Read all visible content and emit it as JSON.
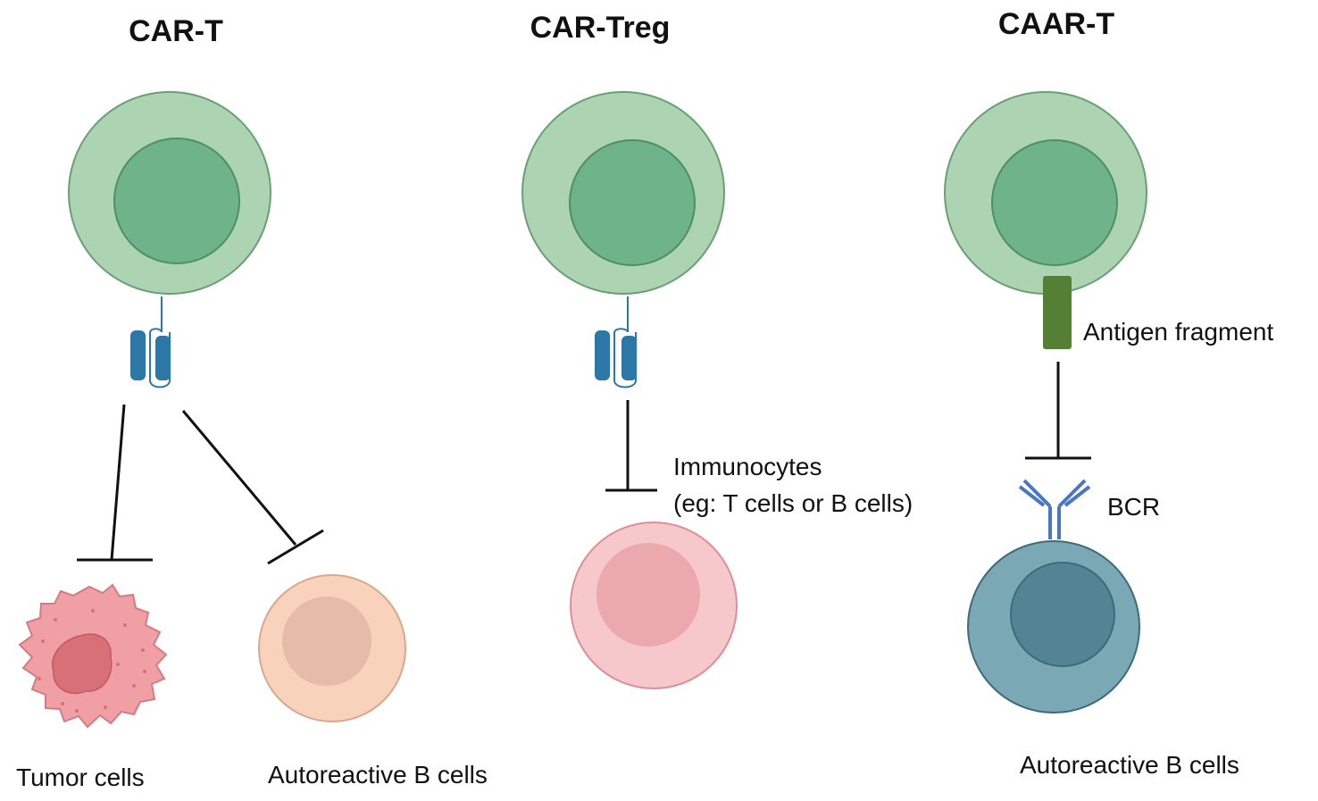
{
  "panels": [
    {
      "title": "CAR-T",
      "targets": [
        "Tumor cells",
        "Autoreactive B cells"
      ]
    },
    {
      "title": "CAR-Treg",
      "target_label_line1": "Immunocytes",
      "target_label_line2": "(eg: T cells or B cells)"
    },
    {
      "title": "CAAR-T",
      "receptor_label": "Antigen fragment",
      "bcr_label": "BCR",
      "target": "Autoreactive B cells"
    }
  ],
  "colors": {
    "tcell_outer": "#acd4b2",
    "tcell_inner": "#6fb38b",
    "tcell_stroke": "#6a9f73",
    "car_receptor": "#2d77a6",
    "tumor_outer": "#f0a0a5",
    "tumor_inner": "#d87078",
    "bcell_outer": "#f8d2bb",
    "bcell_inner": "#e5bca8",
    "immunocyte_outer": "#f6c8cb",
    "immunocyte_inner": "#eba9ad",
    "antigen_fragment": "#547f34",
    "bcr": "#4a76c4",
    "autoreactive_outer": "#7aa8b4",
    "autoreactive_inner": "#548493",
    "inhibition_line": "#111111"
  }
}
